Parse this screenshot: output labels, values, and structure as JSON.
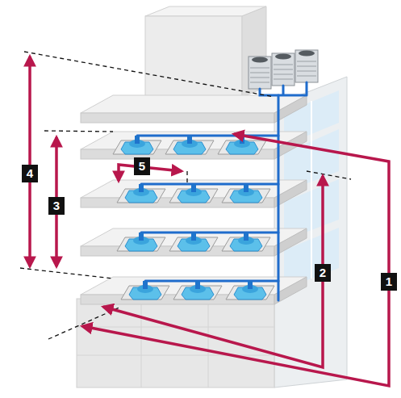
{
  "diagram": {
    "labels": [
      "4",
      "5",
      "3",
      "2",
      "1"
    ]
  }
}
